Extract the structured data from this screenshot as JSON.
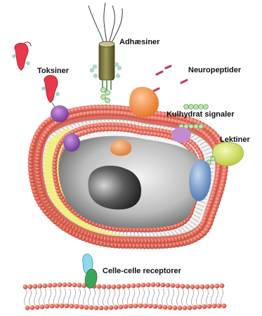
{
  "labels": {
    "adhesins": "Adhæsiner",
    "toxins": "Toksiner",
    "neuropeptides": "Neuropeptider",
    "carbohydrate_signals": "Kulhydrat signaler",
    "lectins": "Lektiner",
    "cell_receptors": "Celle-celle receptorer"
  },
  "colors": {
    "lipid_head": "#e06a5a",
    "lipid_tail": "#ffffff",
    "inner_membrane_yellow": "#f1ee7a",
    "nucleus": "#2b2b2b",
    "cytoplasm": "#bfbfbf",
    "adhesin_body": "#8a8448",
    "toxin": "#e8384b",
    "neuropeptide": "#d84a78",
    "glyco_beads": "#9fd487",
    "orange_receptor": "#f08a3a",
    "purple_receptor": "#8e4bb0",
    "lectin": "#d9ea5a",
    "blue_receptor": "#6a93c8",
    "green_receptor": "#3aa65a",
    "cyan_receptor": "#7fd3e8"
  }
}
